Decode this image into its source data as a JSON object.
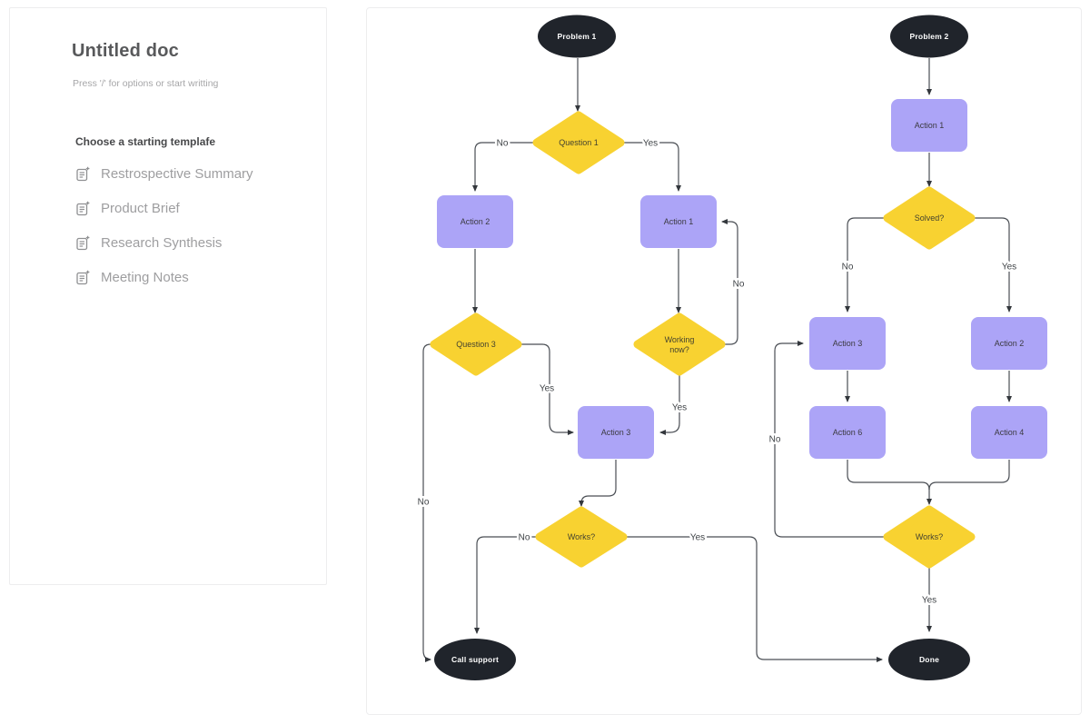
{
  "doc_panel": {
    "title": "Untitled doc",
    "placeholder": "Press '/' for options or start writting",
    "templates_heading": "Choose a starting templafe",
    "templates": [
      {
        "label": "Restrospective Summary"
      },
      {
        "label": "Product Brief"
      },
      {
        "label": "Research Synthesis"
      },
      {
        "label": "Meeting Notes"
      }
    ]
  },
  "flowchart": {
    "colors": {
      "terminator": "#20242b",
      "process": "#aca4f7",
      "decision": "#f8d231",
      "connector": "#4a4e54",
      "edge_label_text": "#3e4246",
      "terminator_text": "#ffffff",
      "panel_border": "#ededee"
    },
    "flow1": {
      "start": "Problem 1",
      "q1": "Question 1",
      "action2": "Action 2",
      "action1": "Action 1",
      "q3": "Question 3",
      "working_line1": "Working",
      "working_line2": "now?",
      "action3": "Action 3",
      "works": "Works?",
      "end": "Call support",
      "labels": {
        "q1_no": "No",
        "q1_yes": "Yes",
        "wn_no": "No",
        "wn_yes": "Yes",
        "q3_yes": "Yes",
        "q3_no": "No",
        "works_no": "No",
        "works_yes": "Yes"
      }
    },
    "flow2": {
      "start": "Problem 2",
      "action1": "Action 1",
      "solved": "Solved?",
      "action3": "Action 3",
      "action2": "Action 2",
      "action6": "Action 6",
      "action4": "Action 4",
      "works": "Works?",
      "end": "Done",
      "labels": {
        "solved_no": "No",
        "solved_yes": "Yes",
        "works_no": "No",
        "works_yes": "Yes"
      }
    }
  }
}
